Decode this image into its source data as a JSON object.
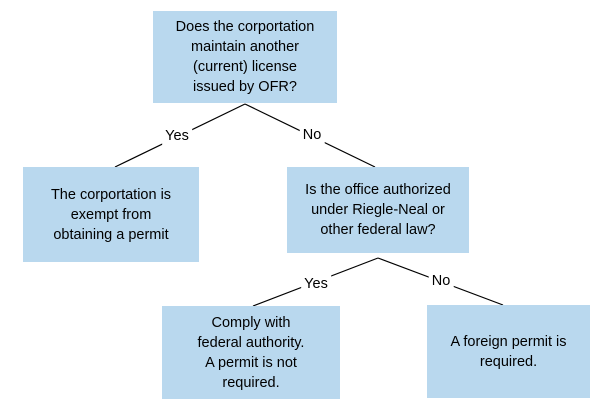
{
  "diagram": {
    "type": "decision-tree-flowchart",
    "colors": {
      "box_fill": "#b9d8ee",
      "line": "#000000",
      "text": "#000000",
      "background": "#ffffff"
    },
    "nodes": {
      "root": {
        "lines": [
          "Does the corportation",
          "maintain another",
          "(current) license",
          "issued by OFR?"
        ]
      },
      "exempt": {
        "lines": [
          "The corportation is",
          "exempt from",
          "obtaining a permit"
        ]
      },
      "authorized": {
        "lines": [
          "Is the office authorized",
          "under Riegle-Neal or",
          "other federal law?"
        ]
      },
      "comply": {
        "lines": [
          "Comply with",
          "federal authority.",
          "A permit is not",
          "required."
        ]
      },
      "foreign": {
        "lines": [
          "A foreign permit is",
          "required."
        ]
      }
    },
    "edges": {
      "root_yes": {
        "label": "Yes"
      },
      "root_no": {
        "label": "No"
      },
      "auth_yes": {
        "label": "Yes"
      },
      "auth_no": {
        "label": "No"
      }
    }
  }
}
